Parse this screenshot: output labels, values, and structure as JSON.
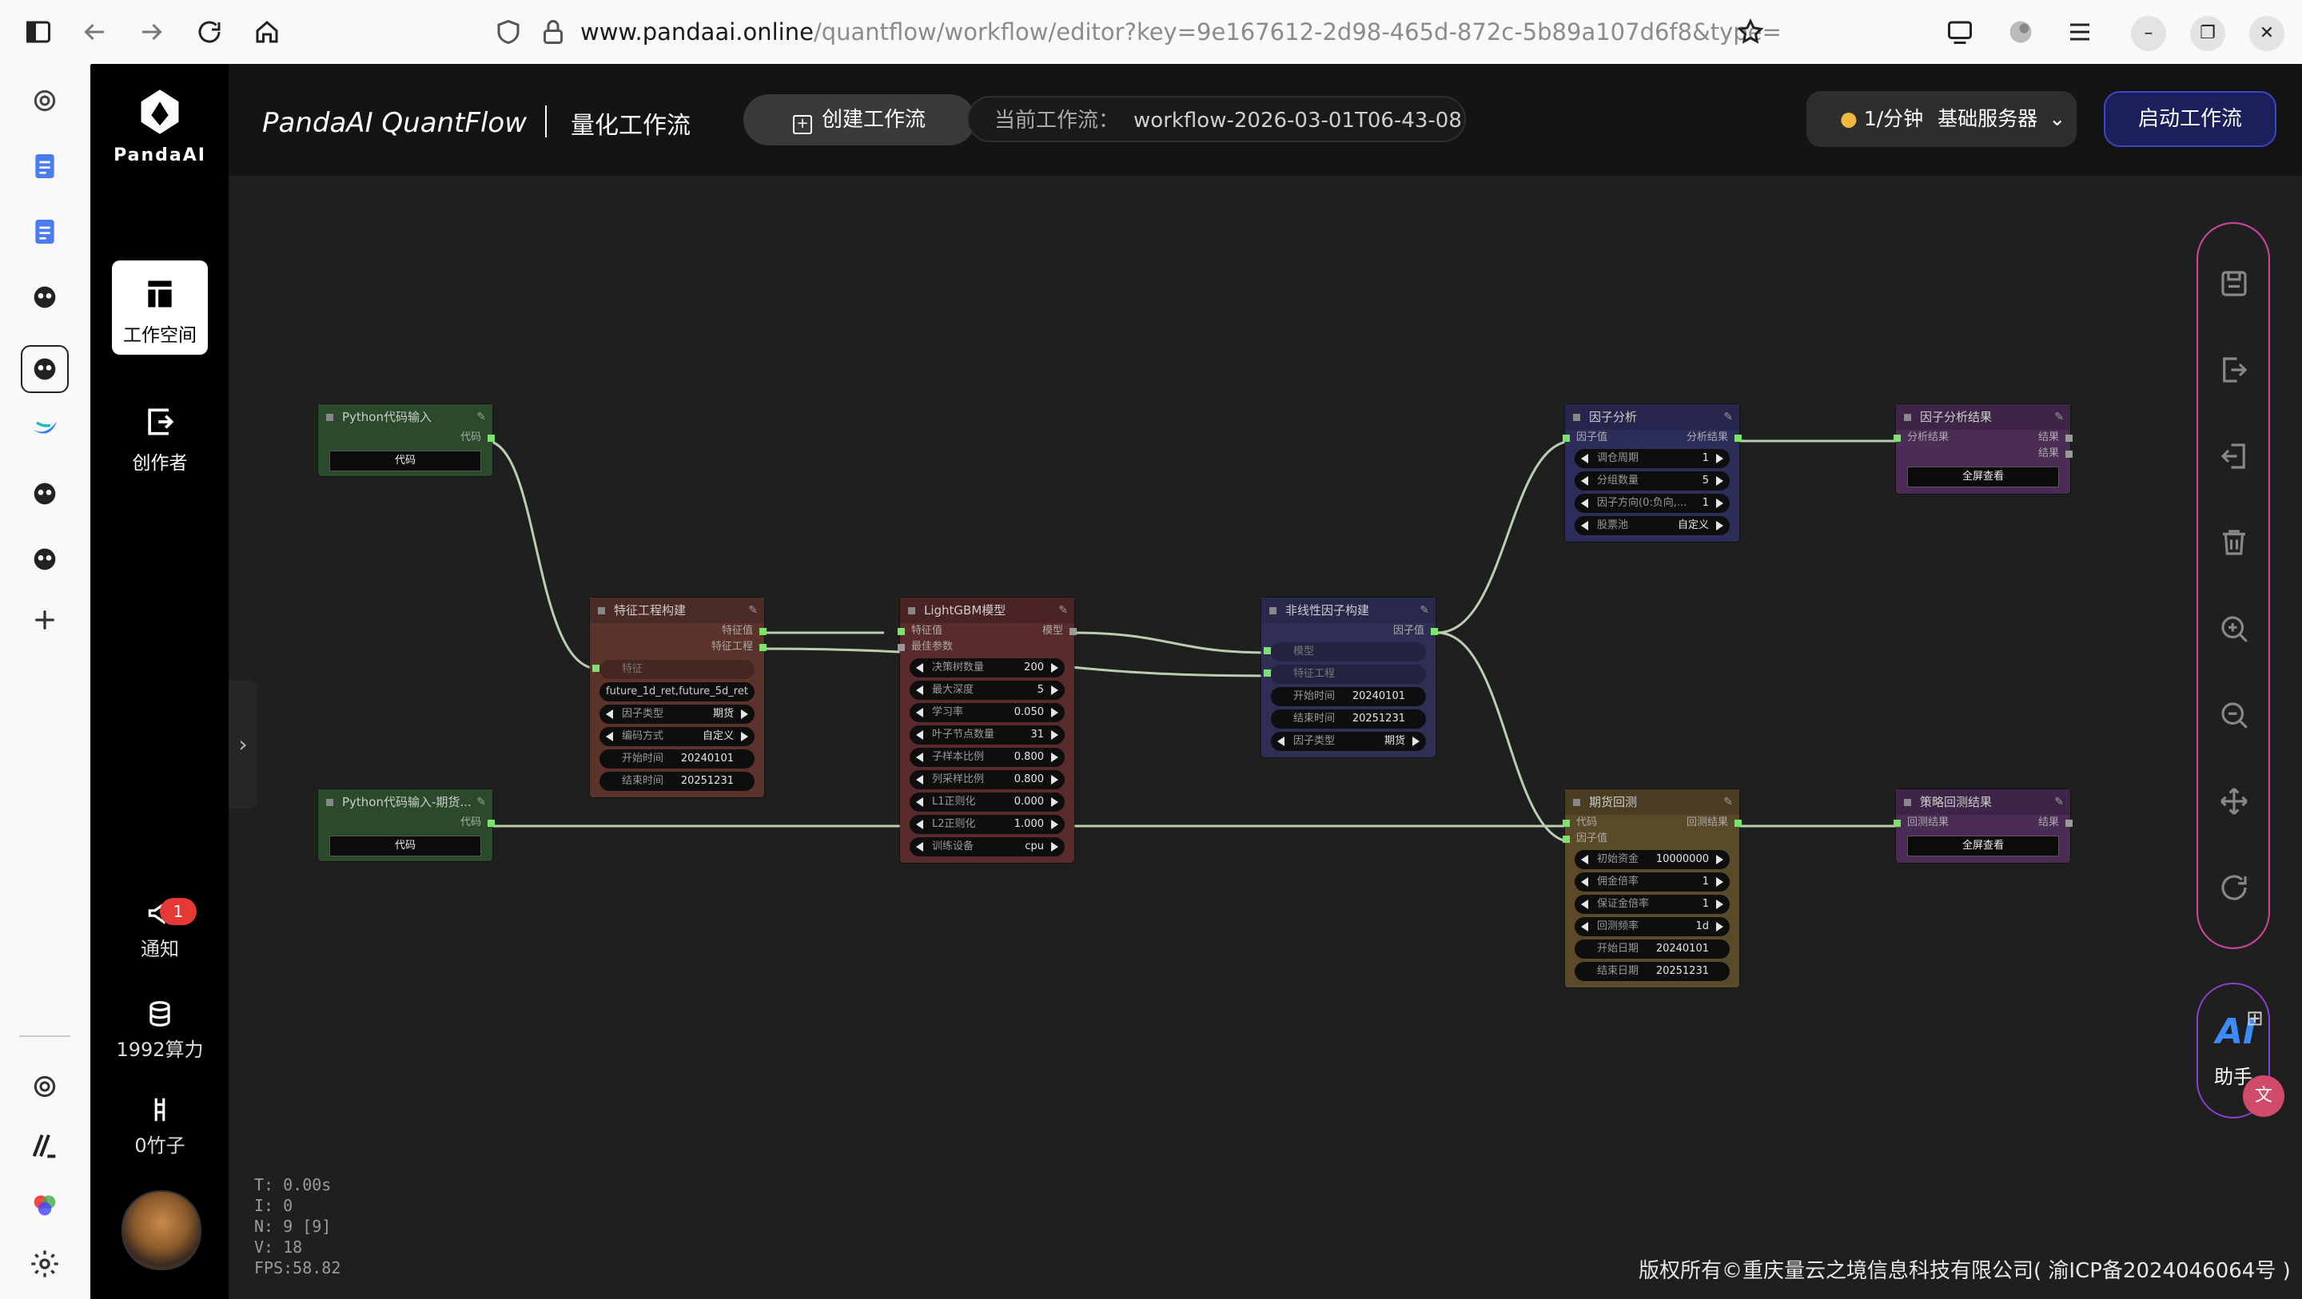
{
  "browser": {
    "url_host": "www.pandaai.online",
    "url_path": "/quantflow/workflow/editor?key=9e167612-2d98-465d-872c-5b89a107d6f8&type="
  },
  "nav": {
    "logo_text": "PandaAI",
    "workspace": "工作空间",
    "creator": "创作者",
    "notify": "通知",
    "notify_count": "1",
    "compute": "1992算力",
    "bamboo": "0竹子"
  },
  "header": {
    "brand": "PandaAI QuantFlow",
    "subtitle": "量化工作流",
    "create_btn": "创建工作流",
    "current_label": "当前工作流：",
    "current_value": "workflow-2026-03-01T06-43-08",
    "server_rate": "1/分钟",
    "server_name": "基础服务器",
    "start_btn": "启动工作流"
  },
  "nodes": {
    "py1": {
      "title": "Python代码输入",
      "out": "代码",
      "btn": "代码"
    },
    "py2": {
      "title": "Python代码输入-期货...",
      "out": "代码",
      "btn": "代码"
    },
    "fe": {
      "title": "特征工程构建",
      "out1": "特征值",
      "out2": "特征工程",
      "in1": "特征",
      "text": "future_1d_ret,future_5d_ret",
      "w": [
        {
          "k": "因子类型",
          "v": "期货"
        },
        {
          "k": "编码方式",
          "v": "自定义"
        },
        {
          "k": "开始时间",
          "v": "20240101"
        },
        {
          "k": "结束时间",
          "v": "20251231"
        }
      ]
    },
    "lgb": {
      "title": "LightGBM模型",
      "in1": "特征值",
      "out1": "模型",
      "in2": "最佳参数",
      "w": [
        {
          "k": "决策树数量",
          "v": "200"
        },
        {
          "k": "最大深度",
          "v": "5"
        },
        {
          "k": "学习率",
          "v": "0.050"
        },
        {
          "k": "叶子节点数量",
          "v": "31"
        },
        {
          "k": "子样本比例",
          "v": "0.800"
        },
        {
          "k": "列采样比例",
          "v": "0.800"
        },
        {
          "k": "L1正则化",
          "v": "0.000"
        },
        {
          "k": "L2正则化",
          "v": "1.000"
        },
        {
          "k": "训练设备",
          "v": "cpu"
        }
      ]
    },
    "nl": {
      "title": "非线性因子构建",
      "out1": "因子值",
      "in1": "模型",
      "in2": "特征工程",
      "w": [
        {
          "k": "开始时间",
          "v": "20240101"
        },
        {
          "k": "结束时间",
          "v": "20251231"
        },
        {
          "k": "因子类型",
          "v": "期货"
        }
      ]
    },
    "fa": {
      "title": "因子分析",
      "in1": "因子值",
      "out1": "分析结果",
      "w": [
        {
          "k": "调仓周期",
          "v": "1"
        },
        {
          "k": "分组数量",
          "v": "5"
        },
        {
          "k": "因子方向(0:负向,...",
          "v": "1"
        },
        {
          "k": "股票池",
          "v": "自定义"
        }
      ]
    },
    "far": {
      "title": "因子分析结果",
      "in1": "分析结果",
      "out1": "结果",
      "out2": "结果",
      "btn": "全屏查看"
    },
    "fb": {
      "title": "期货回测",
      "in1": "代码",
      "out1": "回测结果",
      "in2": "因子值",
      "w": [
        {
          "k": "初始资金",
          "v": "10000000"
        },
        {
          "k": "佣金倍率",
          "v": "1"
        },
        {
          "k": "保证金倍率",
          "v": "1"
        },
        {
          "k": "回测频率",
          "v": "1d"
        },
        {
          "k": "开始日期",
          "v": "20240101"
        },
        {
          "k": "结束日期",
          "v": "20251231"
        }
      ]
    },
    "sbr": {
      "title": "策略回测结果",
      "in1": "回测结果",
      "out1": "结果",
      "btn": "全屏查看"
    }
  },
  "assistant": {
    "title": "AI",
    "label": "助手"
  },
  "stats": {
    "t": "T: 0.00s",
    "i": "I: 0",
    "n": "N: 9 [9]",
    "v": "V: 18",
    "fps": "FPS:58.82"
  },
  "footer": {
    "copyright": "版权所有©重庆量云之境信息科技有限公司( 渝ICP备2024046064号 )"
  },
  "colors": {
    "py": "#2b4a2b",
    "fe": "#5c332b",
    "lgb": "#5a2b2b",
    "nl": "#2f2f55",
    "fa": "#2d2d5a",
    "far": "#4a2c55",
    "fb": "#5a4a2a",
    "sbr": "#4a2c55",
    "wire": "#b9cfb0",
    "accent": "#7ce46a"
  }
}
